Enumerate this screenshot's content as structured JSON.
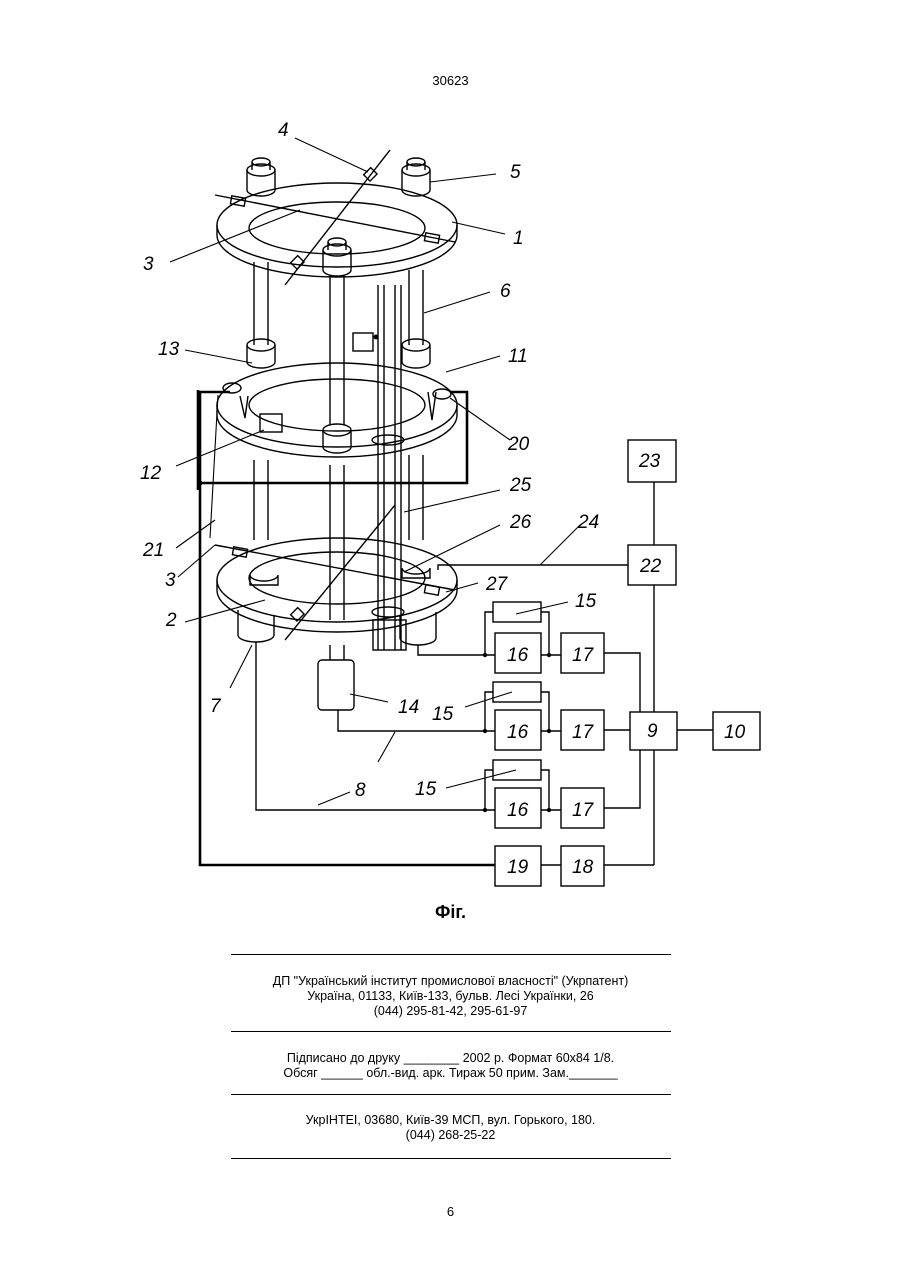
{
  "header": {
    "number": "30623"
  },
  "figure": {
    "caption": "Фіг.",
    "labels": {
      "l1": "1",
      "l2": "2",
      "l3a": "3",
      "l3b": "3",
      "l4": "4",
      "l5": "5",
      "l6": "6",
      "l7": "7",
      "l8": "8",
      "l9": "9",
      "l10": "10",
      "l11": "11",
      "l12": "12",
      "l13": "13",
      "l14": "14",
      "l15a": "15",
      "l15b": "15",
      "l15c": "15",
      "l16a": "16",
      "l16b": "16",
      "l16c": "16",
      "l17a": "17",
      "l17b": "17",
      "l17c": "17",
      "l18": "18",
      "l19": "19",
      "l20": "20",
      "l21": "21",
      "l22": "22",
      "l23": "23",
      "l24": "24",
      "l25": "25",
      "l26": "26",
      "l27": "27"
    }
  },
  "imprint": {
    "publisher_line1": "ДП \"Український інститут промислової власності\" (Укрпатент)",
    "publisher_line2": "Україна, 01133, Київ-133, бульв. Лесі Українки, 26",
    "publisher_line3": "(044) 295-81-42, 295-61-97",
    "print_line1": "Підписано до друку ________ 2002 р.    Формат 60х84 1/8.",
    "print_line2": "Обсяг ______ обл.-вид. арк.   Тираж 50 прим.    Зам._______",
    "printer_line1": "УкрІНТЕІ, 03680, Київ-39 МСП, вул. Горького, 180.",
    "printer_line2": "(044) 268-25-22"
  },
  "footer": {
    "page": "6"
  }
}
